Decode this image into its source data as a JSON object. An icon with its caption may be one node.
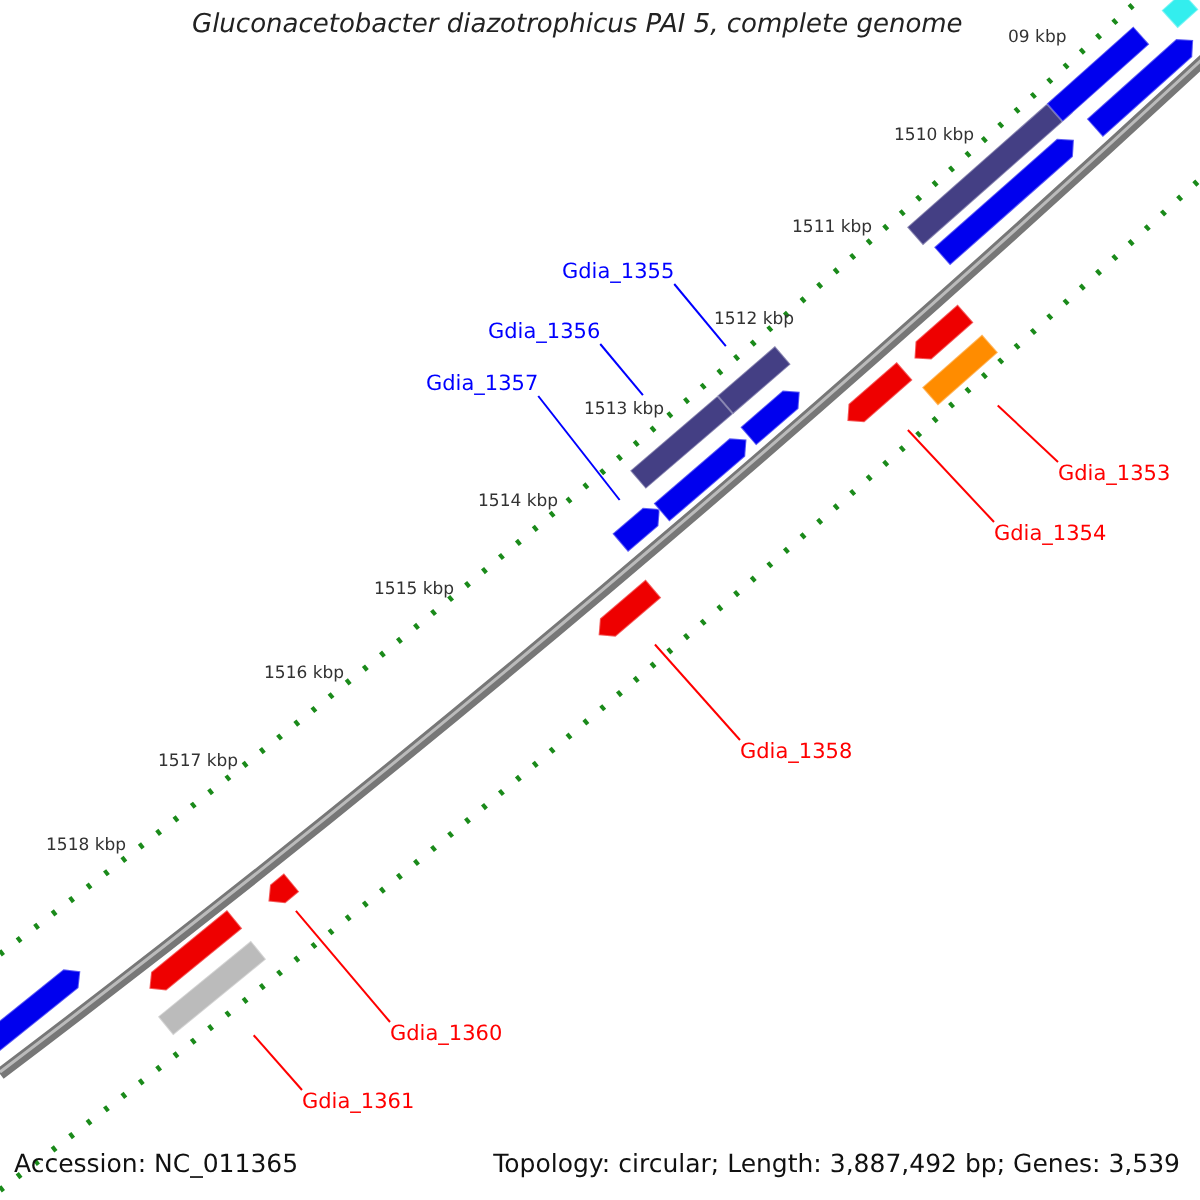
{
  "diagram": {
    "title": "Gluconacetobacter diazotrophicus PAI 5, complete genome",
    "nodes": [
      {
        "text": [
          "Gdia_1355"
        ]
      },
      {
        "text": [
          "Gdia_1356"
        ]
      },
      {
        "text": [
          "Gdia_1357"
        ]
      },
      {
        "text": [
          "Gdia_1353"
        ]
      },
      {
        "text": [
          "Gdia_1354"
        ]
      },
      {
        "text": [
          "Gdia_1358"
        ]
      },
      {
        "text": [
          "Gdia_1360"
        ]
      },
      {
        "text": [
          "Gdia_1361"
        ]
      },
      {
        "text": [],
        "shape": "bar"
      },
      {
        "text": [],
        "shape": "bar"
      },
      {
        "text": [],
        "shape": "bar"
      },
      {
        "text": [],
        "shape": "bar"
      },
      {
        "text": [],
        "shape": "bar"
      },
      {
        "text": [],
        "shape": "bar"
      },
      {
        "text": [],
        "shape": "bar"
      },
      {
        "text": [],
        "shape": "bar"
      },
      {
        "text": [],
        "shape": "bar"
      },
      {
        "text": [],
        "shape": "bar"
      },
      {
        "text": [],
        "shape": "bar"
      },
      {
        "text": [],
        "shape": "bar"
      },
      {
        "text": [],
        "shape": "bar"
      },
      {
        "text": [],
        "shape": "bar"
      },
      {
        "text": [],
        "shape": "bar"
      },
      {
        "text": [],
        "shape": "bar"
      },
      {
        "text": [],
        "shape": "bar"
      },
      {
        "text": [],
        "shape": "bar"
      }
    ],
    "edges": [
      {
        "from": 0,
        "to": 16,
        "arrow": "none",
        "color": "#0000ff"
      },
      {
        "from": 1,
        "to": 14,
        "arrow": "none",
        "color": "#0000ff"
      },
      {
        "from": 2,
        "to": 13,
        "arrow": "none",
        "color": "#0000ff"
      },
      {
        "from": 3,
        "to": 20,
        "arrow": "none"
      },
      {
        "from": 4,
        "to": 18,
        "arrow": "none"
      },
      {
        "from": 5,
        "to": 12,
        "arrow": "none"
      },
      {
        "from": 6,
        "to": 11,
        "arrow": "none"
      },
      {
        "from": 7,
        "to": 10,
        "arrow": "none"
      }
    ],
    "labels": [
      "09 kbp",
      "1510 kbp",
      "1511 kbp",
      "1512 kbp",
      "1513 kbp",
      "1514 kbp",
      "1515 kbp",
      "1516 kbp",
      "1517 kbp",
      "1518 kbp",
      "Accession: NC_011365",
      "Topology: circular; Length: 3,887,492 bp; Genes: 3,539"
    ]
  }
}
